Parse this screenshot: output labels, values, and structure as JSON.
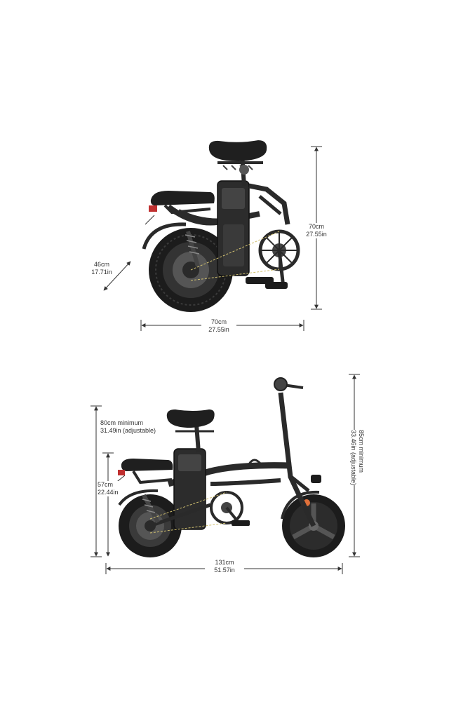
{
  "colors": {
    "frame": "#2a2a2a",
    "tire": "#1c1c1c",
    "rim": "#555555",
    "seat": "#1f1f1f",
    "line": "#333333",
    "reflector": "#e0703a",
    "taillight": "#c03030"
  },
  "folded": {
    "depth": {
      "cm": "46cm",
      "in": "17.71in"
    },
    "height": {
      "cm": "70cm",
      "in": "27.55in"
    },
    "length": {
      "cm": "70cm",
      "in": "27.55in"
    }
  },
  "unfolded": {
    "seat_height": {
      "cm": "80cm minimum",
      "in": "31.49in (adjustable)"
    },
    "rear_seat_height": {
      "cm": "57cm",
      "in": "22.44in"
    },
    "handlebar_height": {
      "cm": "85cm minimum",
      "in": "33.46in (adjustable)"
    },
    "length": {
      "cm": "131cm",
      "in": "51.57in"
    }
  }
}
